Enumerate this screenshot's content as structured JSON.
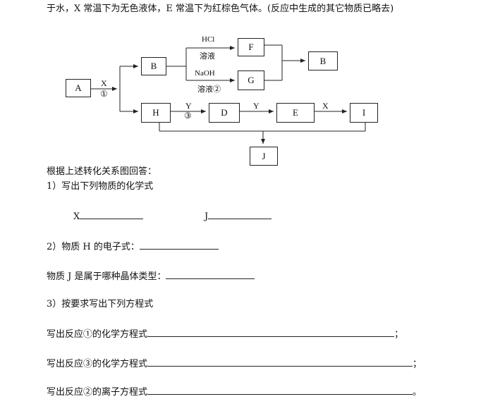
{
  "intro_line": "于水，X 常温下为无色液体，E 常温下为红棕色气体。(反应中生成的其它物质已略去)",
  "diagram": {
    "nodes": {
      "A": "A",
      "B1": "B",
      "F": "F",
      "G": "G",
      "B2": "B",
      "H": "H",
      "D": "D",
      "E": "E",
      "I": "I",
      "J": "J"
    },
    "labels": {
      "x_reagent": "X",
      "step1": "①",
      "hcl": "HCl",
      "hcl_solution": "溶液",
      "naoh": "NaOH",
      "naoh_solution": "溶液②",
      "y1": "Y",
      "step3": "③",
      "y2": "Y",
      "x2": "X"
    }
  },
  "questions": {
    "lead": "根据上述转化关系图回答：",
    "q1": "1）写出下列物质的化学式",
    "q1_x": "X",
    "q1_j": "J",
    "q2_h": "2）物质 H 的电子式：",
    "q2_j": "物质 J 是属于哪种晶体类型：",
    "q3": "3）按要求写出下列方程式",
    "q3_a": "写出反应①的化学方程式",
    "q3_a_end": "；",
    "q3_b": "写出反应③的化学方程式",
    "q3_b_end": "；",
    "q3_c": "写出反应②的离子方程式",
    "q3_c_end": "。"
  }
}
